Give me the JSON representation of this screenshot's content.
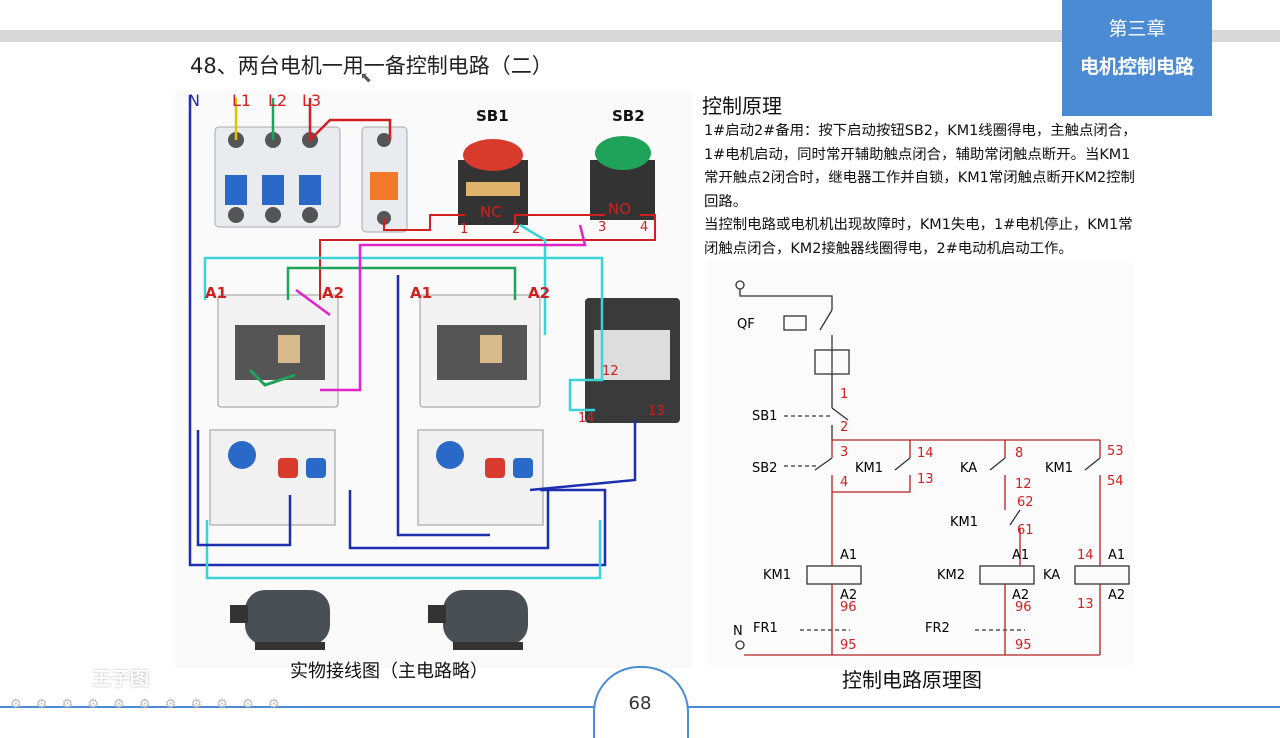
{
  "header": {
    "chapter": "第三章",
    "chapter_name": "电机控制电路",
    "title": "48、两台电机一用一备控制电路（二）"
  },
  "wiring": {
    "supply_labels": [
      "N",
      "L1",
      "L2",
      "L3"
    ],
    "buttons": [
      {
        "name": "SB1",
        "contact": "NC",
        "terminals": [
          "1",
          "2"
        ],
        "color": "#d83a2c"
      },
      {
        "name": "SB2",
        "contact": "NO",
        "terminals": [
          "3",
          "4"
        ],
        "color": "#1fa35a"
      }
    ],
    "contactor_labels": [
      "A1",
      "A2"
    ],
    "relay_terminals": [
      "12",
      "14",
      "13"
    ],
    "caption": "实物接线图（主电路略）"
  },
  "principle": {
    "title": "控制原理",
    "paragraphs": [
      "1#启动2#备用：按下启动按钮SB2，KM1线圈得电，主触点闭合，1#电机启动，同时常开辅助触点闭合，辅助常闭触点断开。当KM1常开触点2闭合时，继电器工作并自锁，KM1常闭触点断开KM2控制回路。",
      "当控制电路或电机机出现故障时，KM1失电，1#电机停止，KM1常闭触点闭合，KM2接触器线圈得电，2#电动机启动工作。"
    ]
  },
  "schematic": {
    "caption": "控制电路原理图",
    "labels": {
      "qf": "QF",
      "sb1": "SB1",
      "sb2": "SB2",
      "km1_a": "KM1",
      "ka_a": "KA",
      "km1_b": "KM1",
      "km1_c": "KM1",
      "km1_coil": "KM1",
      "km2_coil": "KM2",
      "ka_coil": "KA",
      "fr1": "FR1",
      "fr2": "FR2",
      "n": "N",
      "a1_1": "A1",
      "a2_1": "A2",
      "a1_2": "A1",
      "a2_2": "A2",
      "a1_3": "A1",
      "a2_3": "A2"
    },
    "nodes": {
      "n1": "1",
      "n2": "2",
      "n3": "3",
      "n4": "4",
      "n14": "14",
      "n13": "13",
      "n8": "8",
      "n12": "12",
      "n53": "53",
      "n54": "54",
      "n62": "62",
      "n61": "61",
      "n96a": "96",
      "n95a": "95",
      "n96b": "96",
      "n95b": "95",
      "n14k": "14",
      "n13k": "13"
    },
    "wire_color": "#b22222"
  },
  "footer": {
    "page": "68",
    "watermark": "王子图",
    "icons": "⚙ ⚙ ⚙ ⚙ ⚙ ⚙ ⚙ ⚙ ⚙ ⚙ ⚙"
  }
}
